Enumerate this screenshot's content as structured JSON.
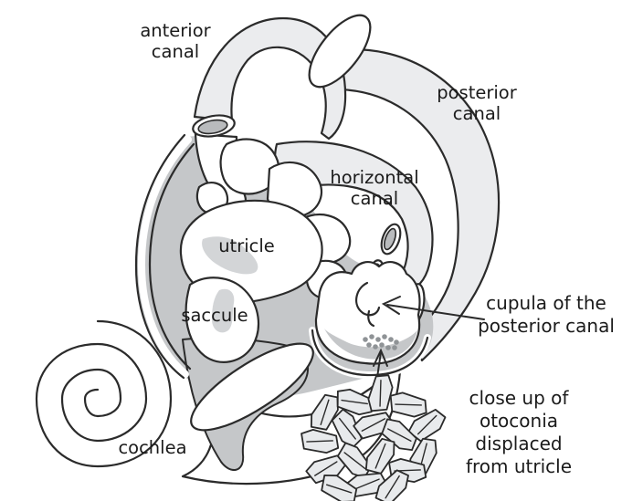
{
  "diagram": {
    "labels": {
      "anterior_canal": {
        "line1": "anterior",
        "line2": "canal"
      },
      "posterior_canal": {
        "line1": "posterior",
        "line2": "canal"
      },
      "horizontal_canal": {
        "line1": "horizontal",
        "line2": "canal"
      },
      "utricle": {
        "text": "utricle"
      },
      "saccule": {
        "text": "saccule"
      },
      "cochlea": {
        "text": "cochlea"
      },
      "cupula_callout": {
        "line1": "cupula of the",
        "line2": "posterior canal"
      },
      "otoconia_callout": {
        "line1": "close up of",
        "line2": "otoconia",
        "line3": "displaced",
        "line4": "from utricle"
      }
    }
  },
  "colors": {
    "line": "#2b2b2b",
    "canal-fill": "#ebecee",
    "deep-gray": "#c5c7c9",
    "macula-gray": "#d3d5d7",
    "opening-gray": "#b9bbbd",
    "crystal-fill": "#e8eaec",
    "otoconia-dot": "#8f9396",
    "text": "#1b1b1b",
    "background": "#ffffff"
  }
}
